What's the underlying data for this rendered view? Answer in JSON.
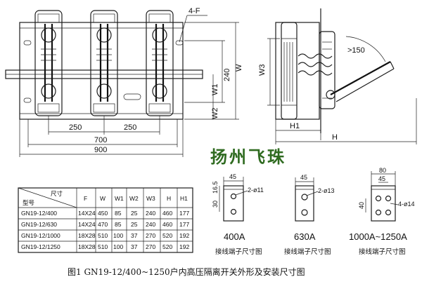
{
  "front_view": {
    "label_4f": "4-F",
    "dim_250_left": "250",
    "dim_250_right": "250",
    "dim_700": "700",
    "dim_900": "900",
    "dim_240": "240",
    "dim_w": "W",
    "dim_w1": "W1",
    "dim_w2": "W2"
  },
  "side_view": {
    "dim_w3": "W3",
    "dim_h1": "H1",
    "dim_h": "H",
    "dim_150": ">150"
  },
  "brand": "扬州飞珠",
  "table": {
    "header_top": "尺寸",
    "header_bottom": "型号",
    "columns": [
      "F",
      "W",
      "W1",
      "W2",
      "W3",
      "H",
      "H1"
    ],
    "rows": [
      {
        "model": "GN19-12/400",
        "values": [
          "14X24",
          "450",
          "85",
          "25",
          "240",
          "460",
          "177"
        ]
      },
      {
        "model": "GN19-12/630",
        "values": [
          "14X24",
          "470",
          "85",
          "25",
          "240",
          "460",
          "177"
        ]
      },
      {
        "model": "GN19-12/1000",
        "values": [
          "18X28",
          "510",
          "100",
          "37",
          "270",
          "520",
          "192"
        ]
      },
      {
        "model": "GN19-12/1250",
        "values": [
          "18X28",
          "510",
          "100",
          "37",
          "270",
          "520",
          "192"
        ]
      }
    ]
  },
  "terminals": [
    {
      "amp": "400A",
      "caption": "接线端子尺寸图",
      "dims": [
        "16.5",
        "45",
        "2-ø11",
        "30"
      ]
    },
    {
      "amp": "630A",
      "caption": "接线端子尺寸图",
      "dims": [
        "45",
        "2-ø13"
      ]
    },
    {
      "amp": "1000A~1250A",
      "caption": "接线端子尺寸图",
      "dims": [
        "80",
        "45",
        "4-ø14",
        "40"
      ]
    }
  ],
  "figure_caption": "图1   GN19-12/400~1250户内高压隔离开关外形及安装尺寸图"
}
